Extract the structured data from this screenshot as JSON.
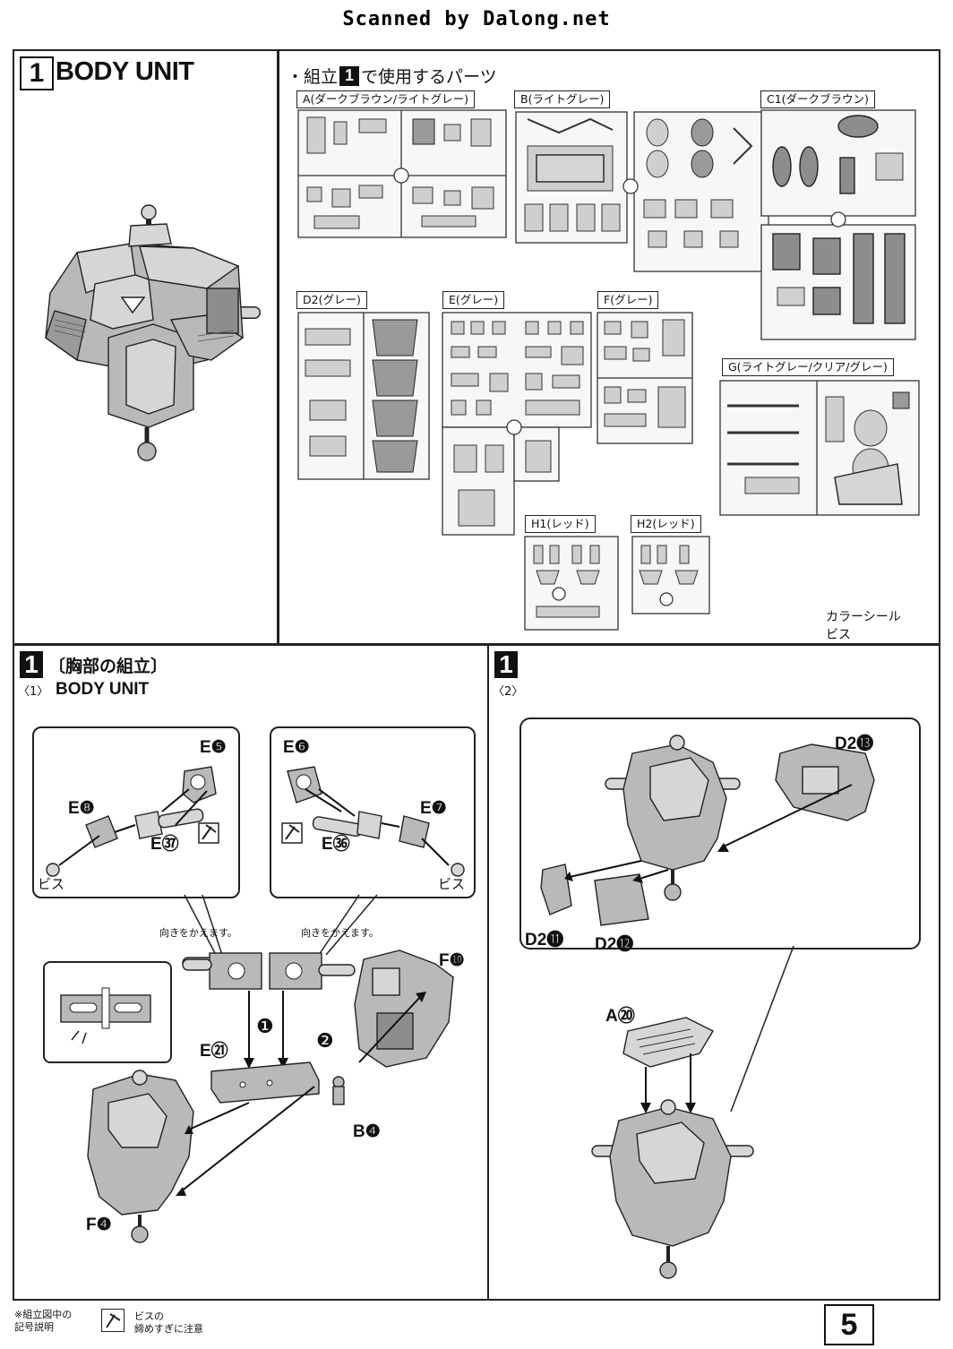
{
  "header": {
    "scanner": "Scanned by Dalong.net"
  },
  "step1": {
    "number": "1",
    "title": "BODY UNIT"
  },
  "parts": {
    "heading": "・組立",
    "heading_num": "1",
    "heading_suffix": "で使用するパーツ",
    "runners": [
      {
        "label": "A(ダークブラウン/ライトグレー)"
      },
      {
        "label": "B(ライトグレー)"
      },
      {
        "label": "C1(ダークブラウン)"
      },
      {
        "label": "D2(グレー)"
      },
      {
        "label": "E(グレー)"
      },
      {
        "label": "F(グレー)"
      },
      {
        "label": "G(ライトグレー/クリア/グレー)"
      },
      {
        "label": "H1(レッド)"
      },
      {
        "label": "H2(レッド)"
      }
    ],
    "extras": [
      "カラーシール",
      "ビス"
    ]
  },
  "sub1": {
    "number": "1",
    "title": "〔胸部の組立〕",
    "substep": "〈1〉",
    "subtitle": "BODY UNIT",
    "inset_left": {
      "labels": [
        "E❺",
        "E❽",
        "E㊲",
        "ビス"
      ]
    },
    "inset_right": {
      "labels": [
        "E❻",
        "E❼",
        "E㊱",
        "ビス"
      ]
    },
    "turn_note_left": "向きをかえます。",
    "turn_note_right": "向きをかえます。",
    "labels": [
      "F❿",
      "E㉑",
      "B❹",
      "F❹"
    ],
    "order": [
      "❶",
      "❷"
    ]
  },
  "sub2": {
    "number": "1",
    "substep": "〈2〉",
    "labels": [
      "D2⓭",
      "D2⓫",
      "D2⓬",
      "A⑳"
    ]
  },
  "footer": {
    "note_title": "※組立図中の\n記号説明",
    "note_line1": "ビスの",
    "note_line2": "締めすぎに注意",
    "page": "5"
  }
}
